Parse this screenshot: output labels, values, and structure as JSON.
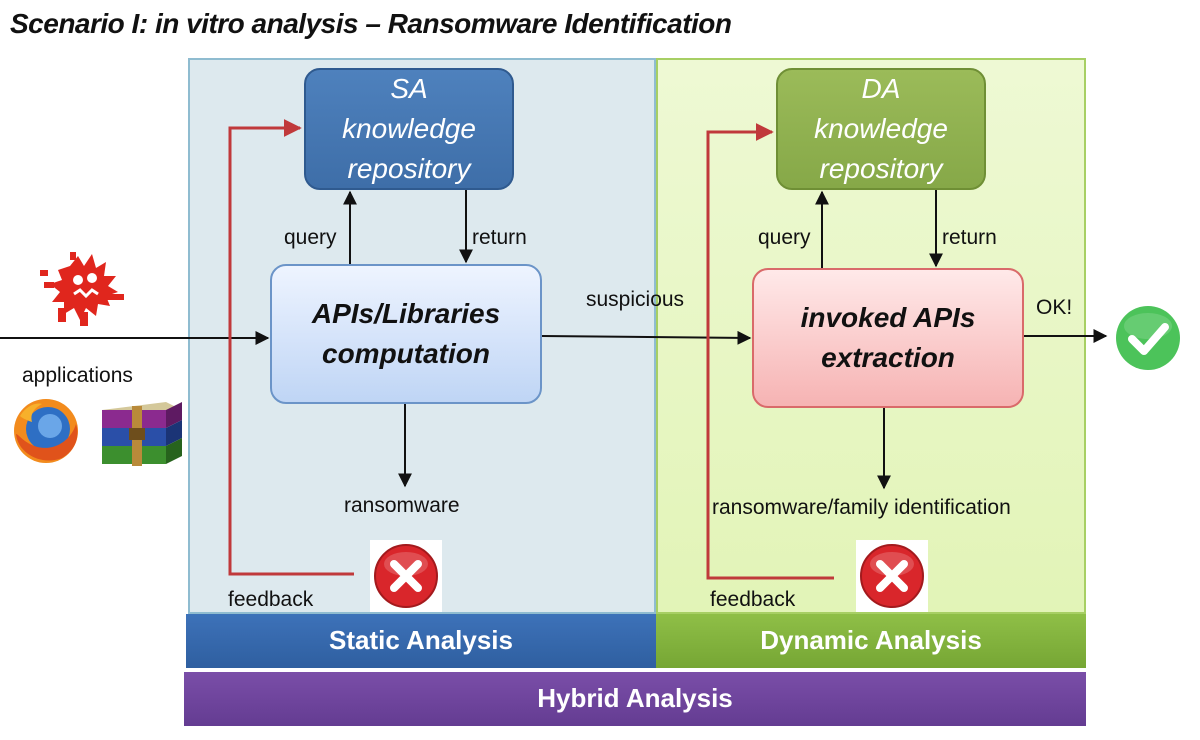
{
  "title": "Scenario I: in vitro analysis – Ransomware Identification",
  "static": {
    "repo_lines": [
      "SA",
      "knowledge",
      "repository"
    ],
    "query_label": "query",
    "return_label": "return",
    "process_lines": [
      "APIs/Libraries",
      "computation"
    ],
    "ransomware_label": "ransomware",
    "feedback_label": "feedback"
  },
  "dynamic": {
    "repo_lines": [
      "DA",
      "knowledge",
      "repository"
    ],
    "query_label": "query",
    "return_label": "return",
    "process_lines": [
      "invoked APIs",
      "extraction"
    ],
    "identification_label": "ransomware/family identification",
    "feedback_label": "feedback",
    "ok_label": "OK!"
  },
  "inputs": {
    "applications_label": "applications",
    "suspicious_label": "suspicious"
  },
  "bands": {
    "static": "Static Analysis",
    "dynamic": "Dynamic Analysis",
    "hybrid": "Hybrid Analysis"
  },
  "icons": {
    "malware": "malware-bug-icon",
    "browser": "firefox-icon",
    "archive": "winrar-icon",
    "reject": "red-x-icon",
    "accept": "green-check-icon"
  },
  "colors": {
    "sa_repo": "#4e81bd",
    "da_repo": "#9bbb59",
    "feedback_arrow": "#c0393b",
    "static_band": "#3d72b9",
    "dynamic_band": "#8fbf47",
    "hybrid_band": "#7a4ea8"
  }
}
